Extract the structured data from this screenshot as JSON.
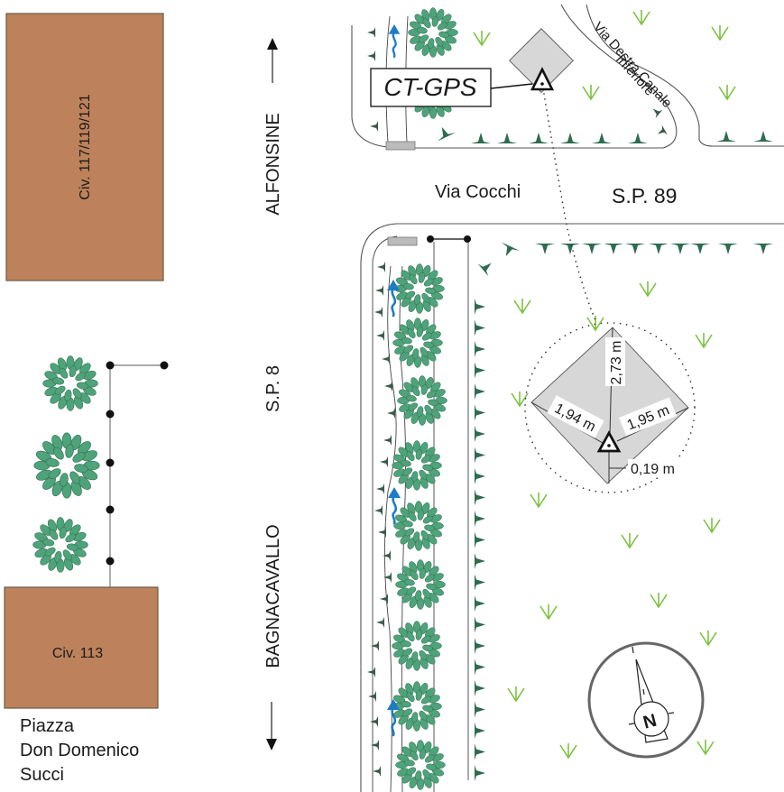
{
  "title": "Site plan – CT-GPS station location",
  "buildings": [
    {
      "id": "civ-117",
      "label": "Civ. 117/119/121"
    },
    {
      "id": "civ-113",
      "label": "Civ. 113"
    }
  ],
  "place_label": [
    "Piazza",
    "Don Domenico",
    "Succi"
  ],
  "roads": {
    "sp8": "S.P. 8",
    "sp89": "S.P. 89",
    "via_cocchi": "Via Cocchi",
    "via_destra_line1": "Via Destra Canale",
    "via_destra_line2": "Inferiore"
  },
  "directions": {
    "north_town": "ALFONSINE",
    "south_town": "BAGNACAVALLO"
  },
  "station": {
    "label": "CT-GPS",
    "distances": {
      "north": "2,73 m",
      "west": "1,94 m",
      "east": "1,95 m",
      "offset": "0,19 m"
    }
  },
  "compass": {
    "label": "N"
  },
  "colors": {
    "building": "#bd825b",
    "tree": "#4fa37a",
    "hedge": "#2e6b4f",
    "grass": "#7dc242",
    "water_arrow": "#1e7cc4",
    "pad": "#d7d7d7"
  }
}
